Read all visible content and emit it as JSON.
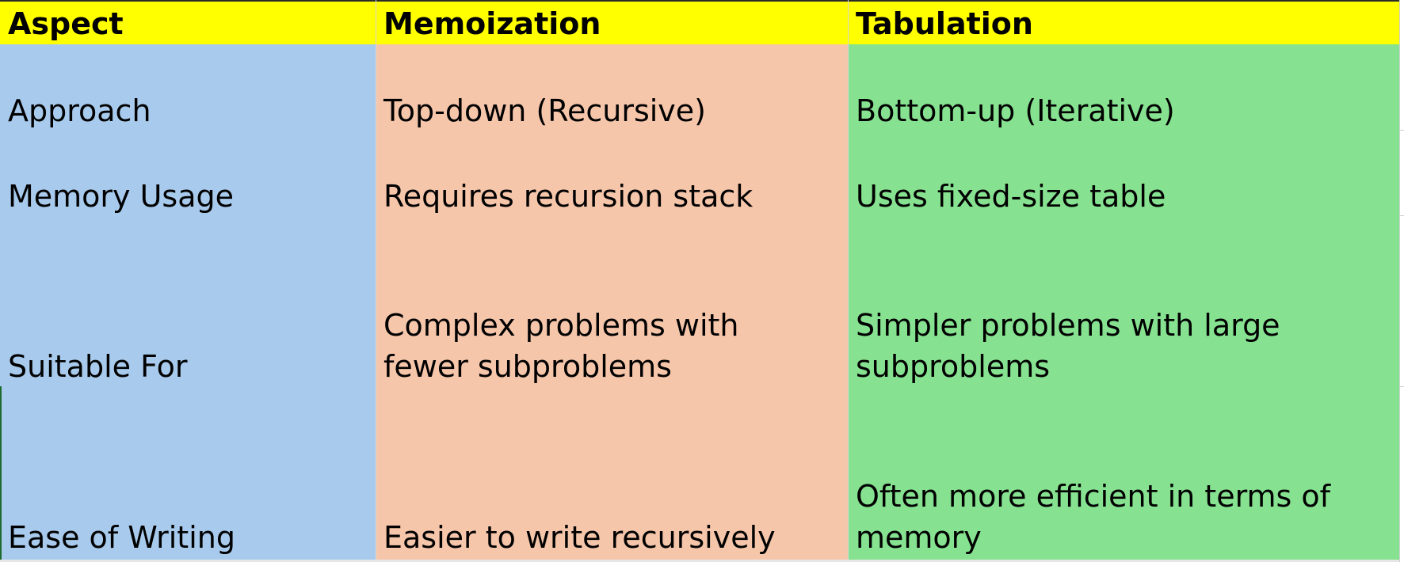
{
  "table": {
    "headers": [
      "Aspect",
      "Memoization",
      "Tabulation"
    ],
    "rows": [
      [
        "Approach",
        "Top-down (Recursive)",
        "Bottom-up (Iterative)"
      ],
      [
        "Memory Usage",
        "Requires recursion stack",
        "Uses fixed-size table"
      ],
      [
        "Suitable For",
        "Complex problems with fewer subproblems",
        "Simpler problems with large subproblems"
      ],
      [
        "Ease of Writing",
        "Easier to write recursively",
        "Often more efficient in terms of memory"
      ]
    ]
  },
  "colors": {
    "header_bg": "#ffff00",
    "aspect_col_bg": "#a8cbed",
    "memoization_col_bg": "#f6c6ab",
    "tabulation_col_bg": "#86e290"
  }
}
